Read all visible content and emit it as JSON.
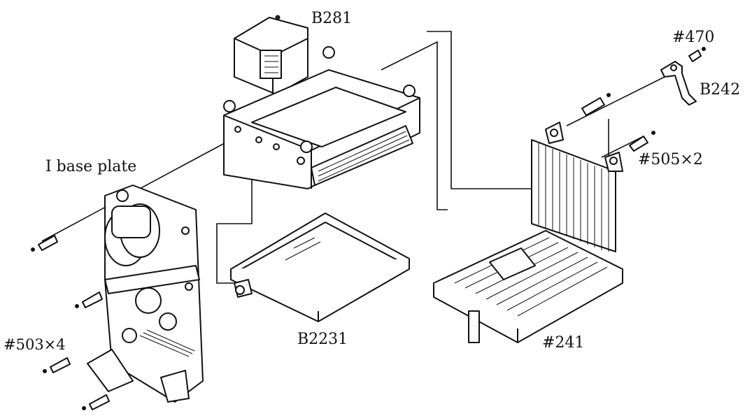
{
  "labels": {
    "b281": "B281",
    "b242": "B242",
    "screw_470": "#470",
    "screws_505": "#505×2",
    "base_plate": "I base plate",
    "b2231": "B2231",
    "screws_503": "#503×4",
    "part_241": "#241"
  }
}
